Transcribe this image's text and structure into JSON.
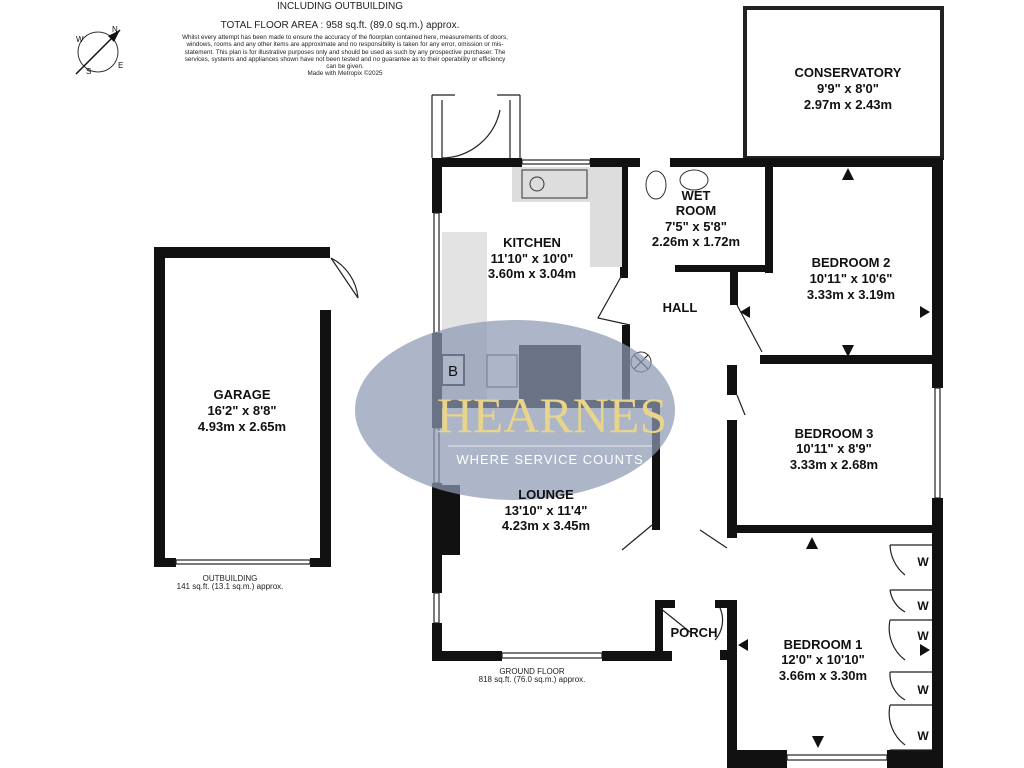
{
  "header": {
    "subtitle": "INCLUDING OUTBUILDING",
    "total_area": "TOTAL FLOOR AREA : 958 sq.ft. (89.0 sq.m.) approx.",
    "disclaimer": "Whilst every attempt has been made to ensure the accuracy of the floorplan contained here, measurements of doors, windows, rooms and any other items are approximate and no responsibility is taken for any error, omission or mis-statement. This plan is for illustrative purposes only and should be used as such by any prospective purchaser. The services, systems and appliances shown have not been tested and no guarantee as to their operability or efficiency can be given.",
    "made_with": "Made with Metropix ©2025"
  },
  "compass": {
    "n": "N",
    "e": "E",
    "s": "S",
    "w": "W"
  },
  "rooms": {
    "conservatory": {
      "name": "CONSERVATORY",
      "imperial": "9'9\" x 8'0\"",
      "metric": "2.97m x 2.43m"
    },
    "wet_room": {
      "name1": "WET",
      "name2": "ROOM",
      "imperial": "7'5\" x 5'8\"",
      "metric": "2.26m x 1.72m"
    },
    "kitchen": {
      "name": "KITCHEN",
      "imperial": "11'10\" x 10'0\"",
      "metric": "3.60m x 3.04m"
    },
    "bedroom2": {
      "name": "BEDROOM 2",
      "imperial": "10'11\" x 10'6\"",
      "metric": "3.33m x 3.19m"
    },
    "hall": {
      "name": "HALL"
    },
    "garage": {
      "name": "GARAGE",
      "imperial": "16'2\" x 8'8\"",
      "metric": "4.93m x 2.65m"
    },
    "bedroom3": {
      "name": "BEDROOM 3",
      "imperial": "10'11\" x 8'9\"",
      "metric": "3.33m x 2.68m"
    },
    "lounge": {
      "name": "LOUNGE",
      "imperial": "13'10\" x 11'4\"",
      "metric": "4.23m x 3.45m"
    },
    "porch": {
      "name": "PORCH"
    },
    "bedroom1": {
      "name": "BEDROOM 1",
      "imperial": "12'0\" x 10'10\"",
      "metric": "3.66m x 3.30m"
    }
  },
  "fixtures": {
    "boiler": "B",
    "wardrobe": "W"
  },
  "floors": {
    "outbuilding": {
      "name": "OUTBUILDING",
      "area": "141 sq.ft. (13.1 sq.m.) approx."
    },
    "ground": {
      "name": "GROUND FLOOR",
      "area": "818 sq.ft. (76.0 sq.m.) approx."
    }
  },
  "watermark": {
    "brand": "HEARNES",
    "tagline": "WHERE SERVICE COUNTS",
    "ellipse_color": "#8d99b4",
    "brand_color": "#e8d48a"
  }
}
